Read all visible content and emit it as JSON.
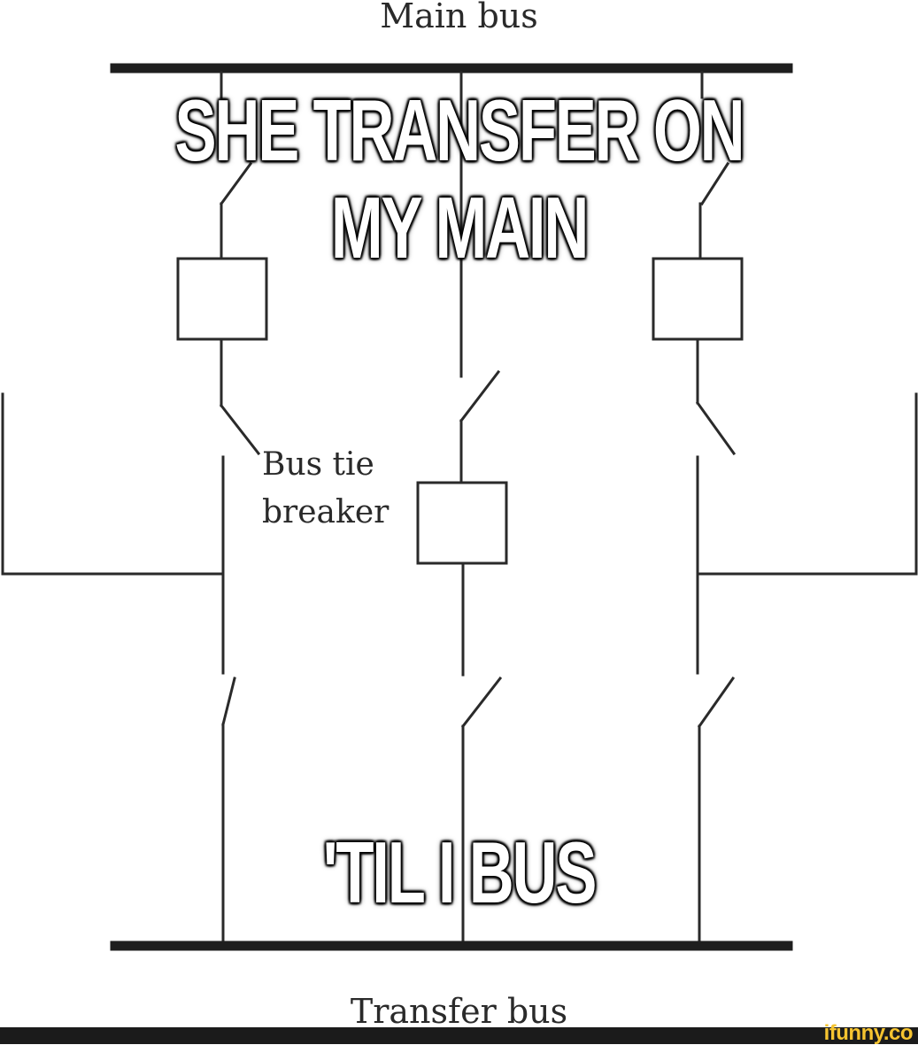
{
  "diagram": {
    "title_top": "Main bus",
    "title_bottom": "Transfer bus",
    "tie_breaker_label_line1": "Bus tie",
    "tie_breaker_label_line2": "breaker",
    "line_color": "#2a2a2a",
    "bus_color": "#1e1e1e"
  },
  "meme": {
    "top_text": "SHE TRANSFER ON MY MAIN",
    "bottom_text": "'TIL I BUS"
  },
  "footer": {
    "watermark": "ifunny.co",
    "watermark_color": "#f6c430",
    "background": "#1b1b1b"
  }
}
